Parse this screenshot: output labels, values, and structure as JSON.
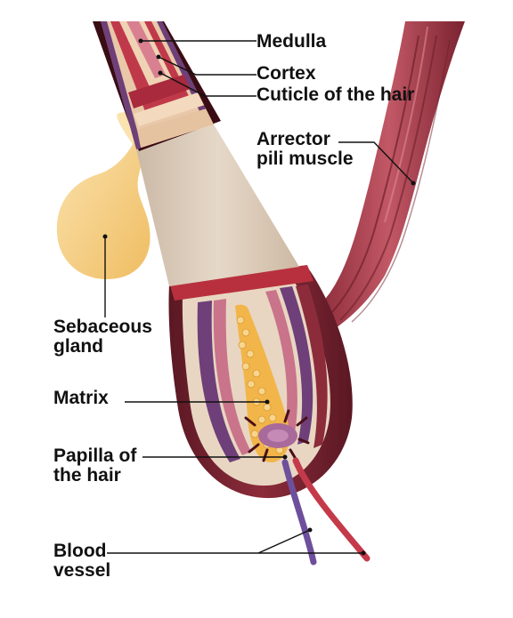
{
  "labels": {
    "medulla": "Medulla",
    "cortex": "Cortex",
    "cuticle": "Cuticle of the hair",
    "arrector": [
      "Arrector",
      "pili muscle"
    ],
    "sebaceous": [
      "Sebaceous",
      "gland"
    ],
    "matrix": "Matrix",
    "papilla": [
      "Papilla of",
      "the hair"
    ],
    "blood": [
      "Blood",
      "vessel"
    ]
  },
  "colors": {
    "muscle": "#a33a47",
    "muscle_dark": "#6e1f2a",
    "gland": "#f2c878",
    "gland_light": "#fbe3b0",
    "follicle_outer": "#6a1f2b",
    "sheath_tan": "#d9c8b6",
    "band_red": "#b8303e",
    "stripe_purple": "#6e3f78",
    "stripe_pink": "#c9748a",
    "matrix_core": "#f1b54a",
    "papilla": "#a86a9a",
    "vessel_blue": "#6d4f9c",
    "vessel_red": "#c43a4a",
    "leader_line": "#111111"
  }
}
